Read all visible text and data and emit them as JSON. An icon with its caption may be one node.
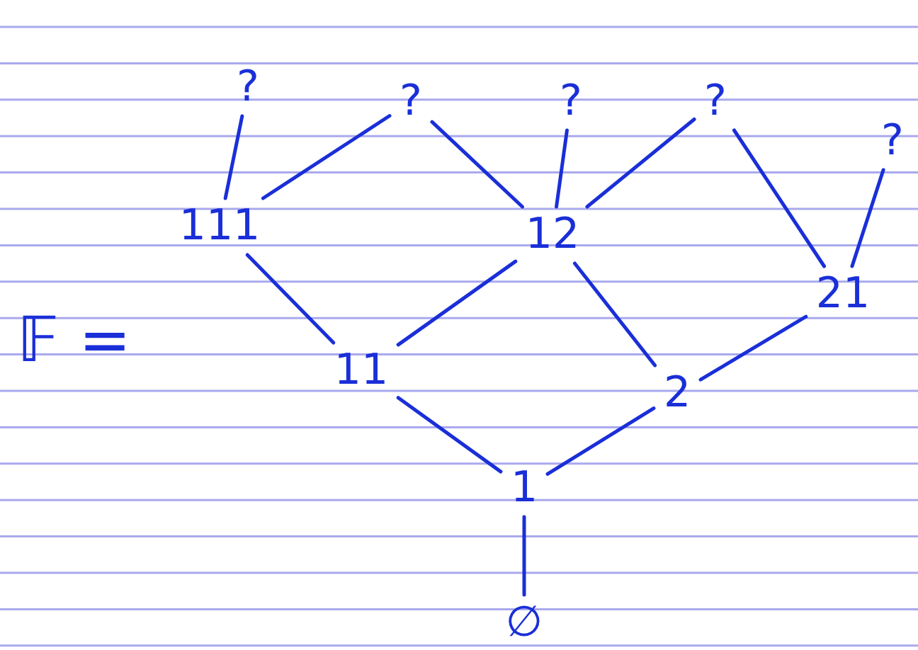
{
  "diagram": {
    "nodes": [
      {
        "text": [
          "?"
        ]
      },
      {
        "text": [
          "?"
        ]
      },
      {
        "text": [
          "?"
        ]
      },
      {
        "text": [
          "?"
        ]
      },
      {
        "text": [
          "?"
        ]
      },
      {
        "text": [
          "111"
        ]
      },
      {
        "text": [
          "12"
        ]
      },
      {
        "text": [
          "21"
        ]
      },
      {
        "text": [
          "11"
        ]
      },
      {
        "text": [
          "2"
        ]
      },
      {
        "text": [
          "1"
        ]
      },
      {
        "text": [
          "∅"
        ]
      }
    ],
    "edges": [
      {
        "from": 11,
        "to": 10,
        "arrow": "none"
      },
      {
        "from": 10,
        "to": 8,
        "arrow": "none"
      },
      {
        "from": 10,
        "to": 9,
        "arrow": "none"
      },
      {
        "from": 8,
        "to": 5,
        "arrow": "none"
      },
      {
        "from": 8,
        "to": 6,
        "arrow": "none"
      },
      {
        "from": 9,
        "to": 6,
        "arrow": "none"
      },
      {
        "from": 9,
        "to": 7,
        "arrow": "none"
      },
      {
        "from": 5,
        "to": 0,
        "arrow": "none"
      },
      {
        "from": 5,
        "to": 1,
        "arrow": "none"
      },
      {
        "from": 6,
        "to": 1,
        "arrow": "none"
      },
      {
        "from": 6,
        "to": 2,
        "arrow": "none"
      },
      {
        "from": 6,
        "to": 3,
        "arrow": "none"
      },
      {
        "from": 7,
        "to": 3,
        "arrow": "none"
      },
      {
        "from": 7,
        "to": 4,
        "arrow": "none"
      }
    ],
    "labels": [
      "𝔽 ="
    ]
  }
}
